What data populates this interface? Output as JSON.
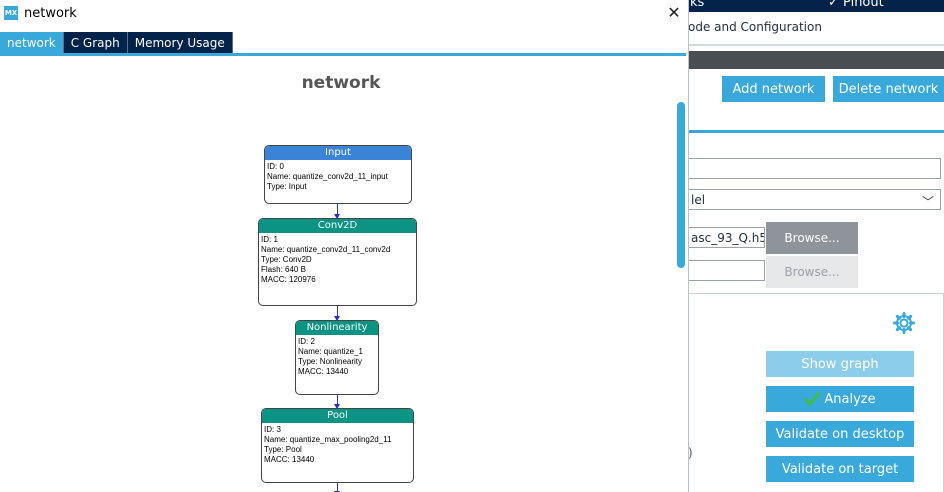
{
  "background": {
    "topbar_left": "ks",
    "topbar_right": "✓ Pinout",
    "subtitle": "ode and Configuration",
    "add_network_label": "Add network",
    "delete_network_label": "Delete network",
    "field1_value": "",
    "select_value": "lel",
    "model_file_value": "asc_93_Q.h5",
    "browse_label": "Browse...",
    "browse2_label": "Browse...",
    "field3_value": "",
    "show_graph_label": "Show graph",
    "analyze_label": "Analyze",
    "validate_desktop_label": "Validate on desktop",
    "validate_target_label": "Validate on target",
    "partial_paren": ")"
  },
  "dialog": {
    "logo_text": "MX",
    "title": "network",
    "close_glyph": "✕",
    "tabs": [
      {
        "label": "network",
        "active": true
      },
      {
        "label": "C Graph",
        "active": false
      },
      {
        "label": "Memory Usage",
        "active": false
      }
    ],
    "graph_title": "network",
    "nodes": [
      {
        "header": "Input",
        "lines": [
          "ID: 0",
          "Name: quantize_conv2d_11_input",
          "Type: Input"
        ]
      },
      {
        "header": "Conv2D",
        "lines": [
          "ID: 1",
          "Name: quantize_conv2d_11_conv2d",
          "Type: Conv2D",
          "Flash: 640 B",
          "MACC: 120976"
        ]
      },
      {
        "header": "Nonlinearity",
        "lines": [
          "ID: 2",
          "Name: quantize_1",
          "Type: Nonlinearity",
          "MACC: 13440"
        ]
      },
      {
        "header": "Pool",
        "lines": [
          "ID: 3",
          "Name: quantize_max_pooling2d_11",
          "Type: Pool",
          "MACC: 13440"
        ]
      }
    ]
  },
  "colors": {
    "accent": "#39a9dc",
    "navy": "#03234b",
    "teal": "#0b9484",
    "input_blue": "#3b83d6"
  }
}
